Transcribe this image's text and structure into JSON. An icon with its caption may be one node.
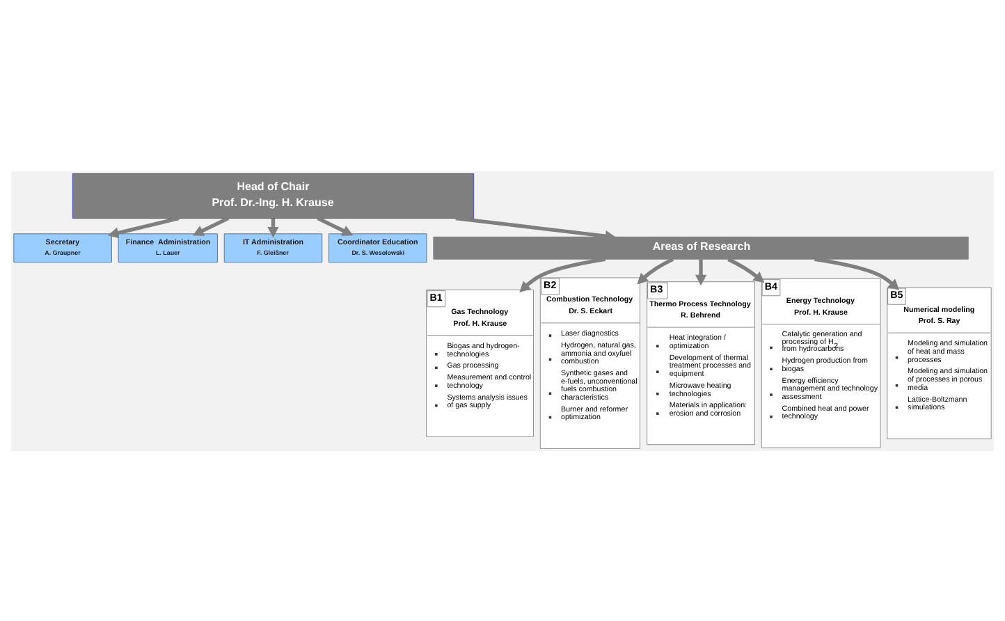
{
  "diagram": {
    "nodes": [
      {
        "text": [
          "Head of Chair",
          "Prof. Dr.-Ing. H. Krause"
        ]
      },
      {
        "text": [
          "Secretary",
          "A. Graupner"
        ]
      },
      {
        "text": [
          "Finance  Administration",
          "L. Lauer"
        ]
      },
      {
        "text": [
          "IT Administration",
          "F. Gleißner"
        ]
      },
      {
        "text": [
          "Coordinator Education",
          "Dr. S. Wesolowski"
        ]
      },
      {
        "text": [
          "Areas of Research"
        ]
      },
      {
        "text": [
          "B1",
          "Gas Technology",
          "Prof. H. Krause",
          "Biogas and hydrogen-technologies",
          "Gas processing",
          "Measurement and control technology",
          "Systems analysis issues of gas supply"
        ]
      },
      {
        "text": [
          "B2",
          "Combustion Technology",
          "Dr. S. Eckart",
          "Laser diagnostics",
          "Hydrogen, natural gas, ammonia and oxyfuel combustion",
          "Synthetic gases and e-fuels, unconventional fuels combustion characteristics",
          "Burner and reformer optimization"
        ]
      },
      {
        "text": [
          "B3",
          "Thermo Process Technology",
          "R. Behrend",
          "Heat integration / optimization",
          "Development of thermal treatment processes and equipment",
          "Microwave heating technologies",
          "Materials in application: erosion and corrosion"
        ]
      },
      {
        "text": [
          "B4",
          "Energy Technology",
          "Prof. H. Krause",
          "Catalytic generation and processing of H$_{2}$ from hydrocarbons",
          "Hydrogen production from biogas",
          "Energy efficiency management and technology assessment",
          "Combined heat and power technology"
        ]
      },
      {
        "text": [
          "B5",
          "Numerical modeling",
          "Prof. S. Ray",
          "Modeling and simulation of heat and mass processes",
          "Modeling and simulation of processes in porous media",
          "Lattice-Boltzmann simulations"
        ]
      }
    ],
    "edges": [
      {
        "from": 0,
        "to": 1,
        "arrow": "to"
      },
      {
        "from": 0,
        "to": 2,
        "arrow": "to"
      },
      {
        "from": 0,
        "to": 5,
        "arrow": "to"
      },
      {
        "from": 0,
        "to": 3,
        "arrow": "to"
      },
      {
        "from": 0,
        "to": 4,
        "arrow": "to"
      },
      {
        "from": 5,
        "to": 6,
        "arrow": "to"
      },
      {
        "from": 5,
        "to": 7,
        "arrow": "to"
      },
      {
        "from": 5,
        "to": 8,
        "arrow": "to"
      },
      {
        "from": 5,
        "to": 9,
        "arrow": "to"
      },
      {
        "from": 5,
        "to": 10,
        "arrow": "to"
      }
    ]
  }
}
